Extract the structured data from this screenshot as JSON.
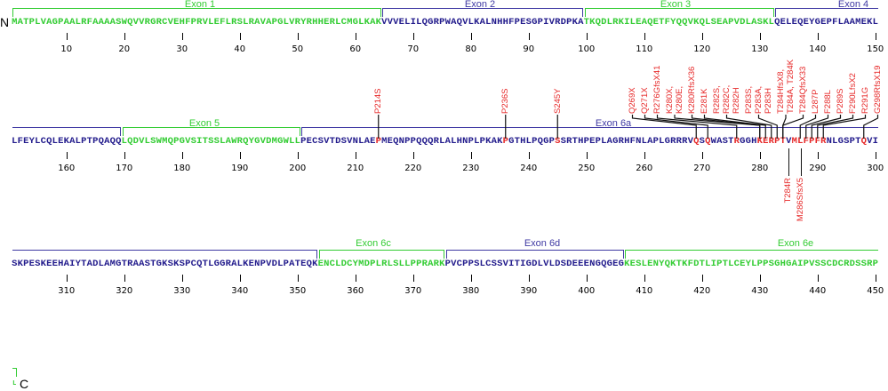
{
  "termini": {
    "n": "N",
    "c": "C"
  },
  "sequence": "MATPLVAGPAALRFAAAASWQVVRGRCVEHFPRVLEFLRSLRAVAPGLVRYRHHERLCMGLKAKVVVELILQGRPWAQVLKALNHHFPESGPIVRDPKATKQDLRKILEAQETFYQQVKQLSEAPVDLASKLQELEQEYGEPFLAAMEKLLFEYLCQLEKALPTPQAQQLQDVLSWMQPGVSITSSLAWRQYGVDMGWLLPECSVTDSVNLAEPMEQNPPQQQRLALHNPLPKAKPGTHLPQGPSSRTHPEPLAGRHFNLAPLGRRRVQSQWASTRGGHKERPTVMLFPFRNLGSPTQVISKPESKEEHAIYTADLAMGTRAASTGKSKSPCQTLGGRALKENPVDLPATEQKENCLDCYMDPLRLSLLPPRARKPVCPPSLCSSVITIGDLVLDSDEEENGQGEGKESLENYQKTKFDTLIPTLCEYLPPSGHGAIPVSSCDCRDSSRPL",
  "colors": {
    "exon_odd": "#33cc33",
    "exon_even": "#221b8c",
    "bracket_even": "#3f39a3",
    "mutation": "#e62828"
  },
  "exons": [
    {
      "name": "Exon 1",
      "start": 1,
      "end": 64,
      "color": "green"
    },
    {
      "name": "Exon 2",
      "start": 65,
      "end": 99,
      "color": "blue"
    },
    {
      "name": "Exon 3",
      "start": 100,
      "end": 132,
      "color": "green"
    },
    {
      "name": "Exon 4",
      "start": 133,
      "end": 169,
      "color": "blue"
    },
    {
      "name": "Exon 5",
      "start": 170,
      "end": 200,
      "color": "green"
    },
    {
      "name": "Exon 6a",
      "start": 201,
      "end": 353,
      "color": "blue"
    },
    {
      "name": "Exon 6c",
      "start": 354,
      "end": 375,
      "color": "green"
    },
    {
      "name": "Exon 6d",
      "start": 376,
      "end": 406,
      "color": "blue"
    },
    {
      "name": "Exon 6e",
      "start": 407,
      "end": 451,
      "color": "green"
    }
  ],
  "mutated_residues": [
    214,
    236,
    245,
    269,
    271,
    276,
    280,
    281,
    282,
    283,
    284,
    286,
    287,
    288,
    289,
    290,
    291,
    298
  ],
  "mutations": [
    {
      "label": "P214S",
      "residue": 214
    },
    {
      "label": "P236S",
      "residue": 236
    },
    {
      "label": "S245Y",
      "residue": 245
    },
    {
      "label": "Q269X",
      "residue": 269
    },
    {
      "label": "Q271X",
      "residue": 271
    },
    {
      "label": "R276GfsX41",
      "residue": 276
    },
    {
      "label": "K280X, K280E,",
      "residue": 280
    },
    {
      "label": "K280RfsX36",
      "residue": 280
    },
    {
      "label": "E281K",
      "residue": 281
    },
    {
      "label": "R282S, R282C, R282H",
      "residue": 282
    },
    {
      "label": "P283S, P283A, P283H",
      "residue": 283
    },
    {
      "label": "T284HfsX8, T284A, T284K",
      "residue": 284
    },
    {
      "label": "T284QfsX33",
      "residue": 284
    },
    {
      "label": "L287P",
      "residue": 287
    },
    {
      "label": "F288L",
      "residue": 288
    },
    {
      "label": "P289S",
      "residue": 289
    },
    {
      "label": "F290LfsX2",
      "residue": 290
    },
    {
      "label": "R291G",
      "residue": 291
    },
    {
      "label": "G298RfsX19",
      "residue": 298
    },
    {
      "label": "T284R",
      "residue": 284
    },
    {
      "label": "M286SfsX5",
      "residue": 286
    }
  ]
}
